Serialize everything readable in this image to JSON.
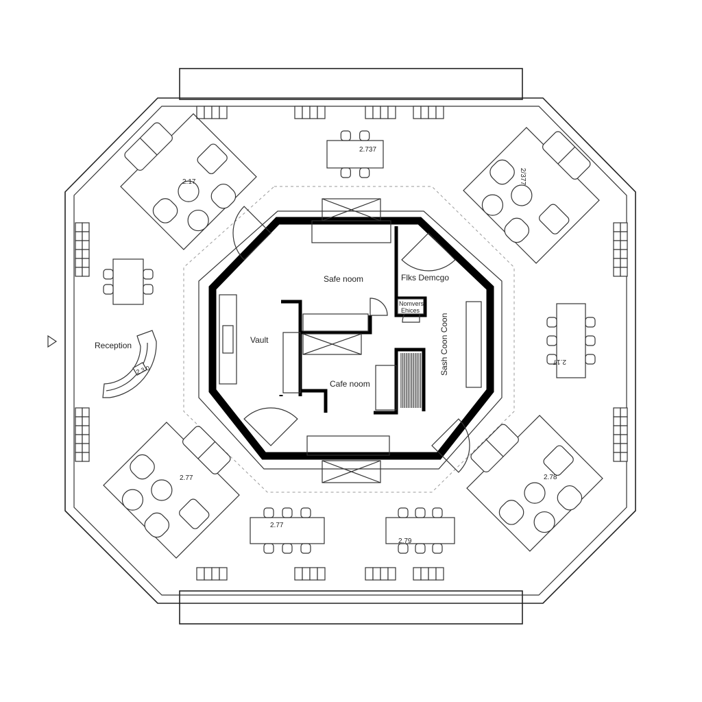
{
  "rooms": {
    "safe_room": "Safe noom",
    "files_storage": "Flks Demcgo",
    "servers": "Nomvers",
    "servers_sub": "Ehices",
    "vault": "Vault",
    "cafe_room": "Cafe noom",
    "staff_room": "Sash Coon Coon",
    "reception": "Reception"
  },
  "dimensions": {
    "top_table": "2.737",
    "top_left_lounge": "2.17",
    "top_right_lounge": "2/377",
    "right_table": "2.17",
    "bottom_left_lounge": "2.77",
    "bottom_right_lounge": "2.78",
    "bottom_left_table": "2.77",
    "bottom_right_table": "2.79",
    "reception_desk": "2.3.0"
  },
  "colors": {
    "line": "#333333",
    "core_wall": "#000000",
    "background": "#ffffff"
  }
}
